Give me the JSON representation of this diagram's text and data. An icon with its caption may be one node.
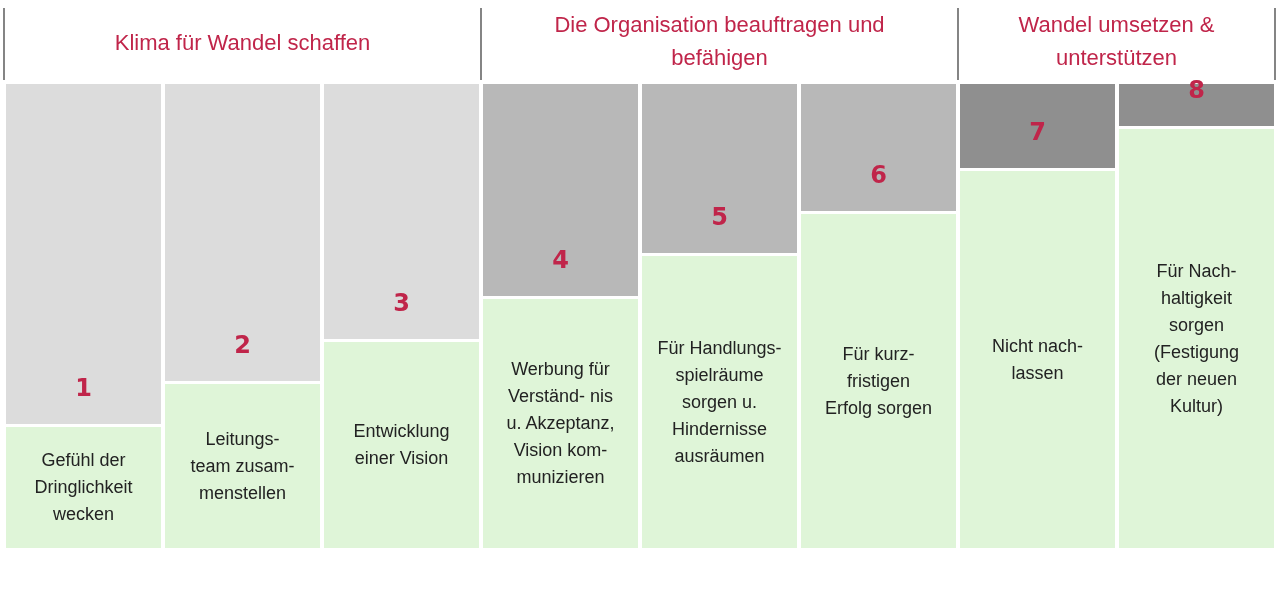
{
  "diagram": {
    "nodes": [
      {
        "text": [
          "1"
        ]
      },
      {
        "text": [
          "Gefühl der Dringlichkeit wecken"
        ]
      },
      {
        "text": [
          "2"
        ]
      },
      {
        "text": [
          "Leitungs- team zusam- menstellen"
        ]
      },
      {
        "text": [
          "3"
        ]
      },
      {
        "text": [
          "Entwicklung einer Vision"
        ]
      },
      {
        "text": [
          "4"
        ]
      },
      {
        "text": [
          "Werbung für Verständ- nis u. Akzeptanz, Vision kom- munizieren"
        ]
      },
      {
        "text": [
          "5"
        ]
      },
      {
        "text": [
          "Für Handlungs- spielräume sorgen u. Hindernisse ausräumen"
        ]
      },
      {
        "text": [
          "6"
        ]
      },
      {
        "text": [
          "Für kurz- fristigen Erfolg sorgen"
        ]
      },
      {
        "text": [
          "7"
        ]
      },
      {
        "text": [
          "Nicht nach- lassen"
        ]
      },
      {
        "text": [
          "8"
        ]
      },
      {
        "text": [
          "Für Nach- haltigkeit sorgen (Festigung der neuen Kultur)"
        ]
      }
    ],
    "edges": [],
    "labels": [
      "Klima für Wandel schaffen",
      "Die Organisation beauftragen und befähigen",
      "Wandel umsetzen & unterstützen"
    ]
  }
}
